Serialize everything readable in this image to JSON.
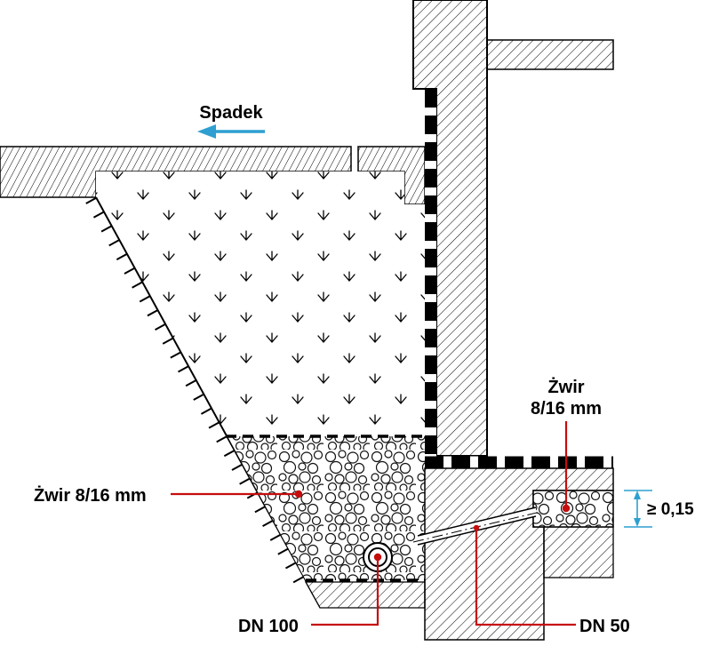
{
  "diagram": {
    "labels": {
      "slope": "Spadek",
      "gravel_left": "Żwir 8/16 mm",
      "gravel_right_line1": "Żwir",
      "gravel_right_line2": "8/16 mm",
      "pipe_main": "DN 100",
      "pipe_side": "DN 50",
      "gravel_thickness": "≥ 0,15"
    },
    "colors": {
      "leader": "#c60d0d",
      "accent": "#2e9fd0",
      "ink": "#000000",
      "background": "#ffffff"
    }
  }
}
